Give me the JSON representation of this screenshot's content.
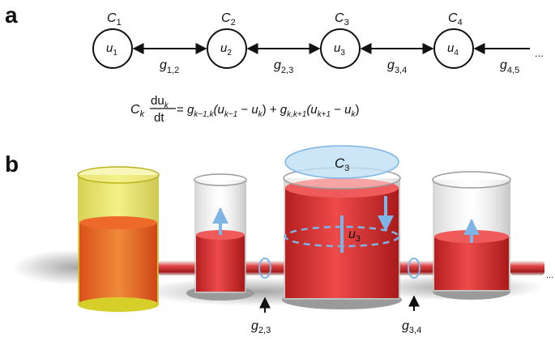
{
  "panel_a": {
    "label": "a",
    "nodes": [
      {
        "cap": "C",
        "cap_sub": "1",
        "var": "u",
        "var_sub": "1"
      },
      {
        "cap": "C",
        "cap_sub": "2",
        "var": "u",
        "var_sub": "2"
      },
      {
        "cap": "C",
        "cap_sub": "3",
        "var": "u",
        "var_sub": "3"
      },
      {
        "cap": "C",
        "cap_sub": "4",
        "var": "u",
        "var_sub": "4"
      }
    ],
    "links": [
      {
        "g": "g",
        "sub": "1,2"
      },
      {
        "g": "g",
        "sub": "2,3"
      },
      {
        "g": "g",
        "sub": "3,4"
      },
      {
        "g": "g",
        "sub": "4,5"
      }
    ],
    "ellipsis": "...",
    "equation": {
      "C": "C",
      "k": "k",
      "du": "du",
      "dt": "dt",
      "eq": " = ",
      "g1": "g",
      "g1_sub": "k−1,k",
      "t1a": "(u",
      "t1a_sub": "k−1",
      "minus": " − ",
      "t1b": "u",
      "t1b_sub": "k",
      "close": ")",
      "plus": " + ",
      "g2": "g",
      "g2_sub": "k,k+1",
      "t2a": "(u",
      "t2a_sub": "k+1",
      "t2b": "u",
      "t2b_sub": "k"
    }
  },
  "panel_b": {
    "label": "b",
    "cap_label": "C",
    "cap_sub": "3",
    "u_label": "u",
    "u_sub": "3",
    "g23": "g",
    "g23_sub": "2,3",
    "g34": "g",
    "g34_sub": "3,4",
    "ellipsis": "..."
  },
  "colors": {
    "water": "#e23b3b",
    "water_dark": "#b32020",
    "glass_yellow": "#e8e23a",
    "blue_accent": "#7fb4e6",
    "cap_fill": "#bfe0f6"
  }
}
